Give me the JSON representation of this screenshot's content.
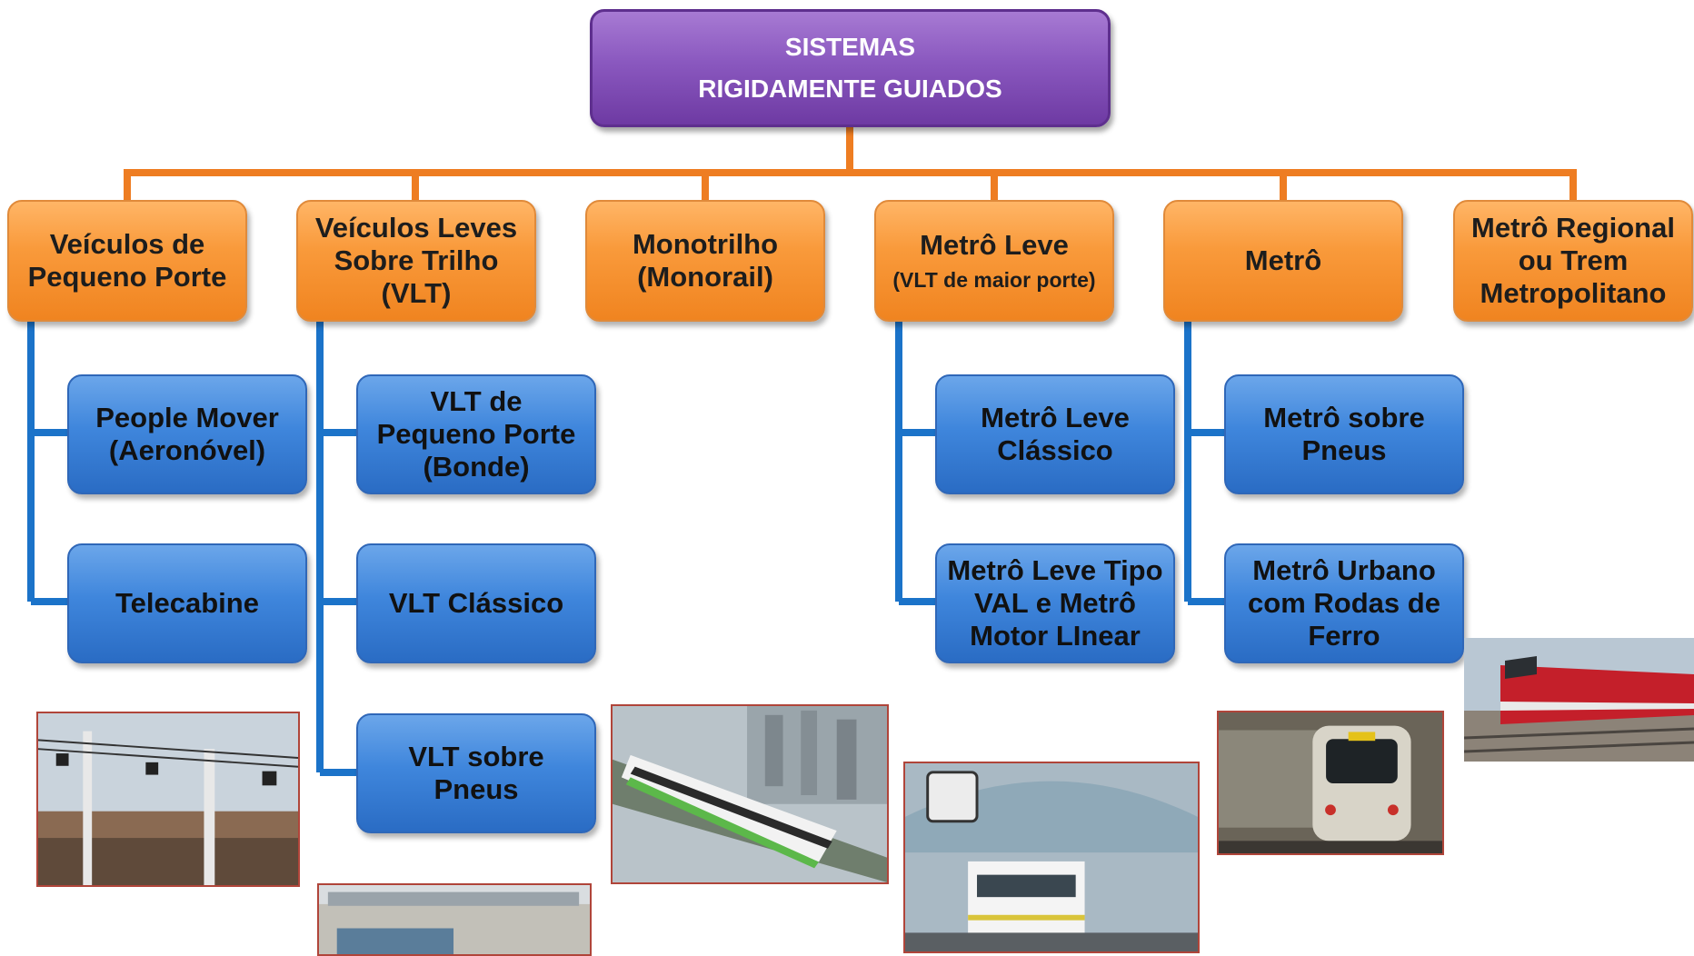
{
  "root": {
    "line1": "SISTEMAS",
    "line2": "RIGIDAMENTE GUIADOS"
  },
  "categories": [
    {
      "lines": [
        "Veículos de",
        "Pequeno Porte"
      ]
    },
    {
      "lines": [
        "Veículos Leves",
        "Sobre Trilho",
        "(VLT)"
      ]
    },
    {
      "lines": [
        "Monotrilho",
        "(Monorail)"
      ]
    },
    {
      "lines": [
        "Metrô Leve"
      ],
      "sub": "(VLT de maior porte)"
    },
    {
      "lines": [
        "Metrô"
      ]
    },
    {
      "lines": [
        "Metrô Regional",
        "ou Trem",
        "Metropolitano"
      ]
    }
  ],
  "subtypes": {
    "pequeno_porte": [
      {
        "lines": [
          "People Mover",
          "(Aeronóvel)"
        ]
      },
      {
        "lines": [
          "Telecabine"
        ]
      }
    ],
    "vlt": [
      {
        "lines": [
          "VLT de",
          "Pequeno Porte",
          "(Bonde)"
        ]
      },
      {
        "lines": [
          "VLT Clássico"
        ]
      },
      {
        "lines": [
          "VLT sobre",
          "Pneus"
        ]
      }
    ],
    "metro_leve": [
      {
        "lines": [
          "Metrô Leve",
          "Clássico"
        ]
      },
      {
        "lines": [
          "Metrô Leve Tipo",
          "VAL e Metrô",
          "Motor LInear"
        ]
      }
    ],
    "metro": [
      {
        "lines": [
          "Metrô sobre",
          "Pneus"
        ]
      },
      {
        "lines": [
          "Metrô Urbano",
          "com Rodas de",
          "Ferro"
        ]
      }
    ]
  },
  "colors": {
    "connector_orange": "#ee7d22",
    "connector_blue": "#1b73c9"
  },
  "photos": [
    {
      "name": "telecabine-photo"
    },
    {
      "name": "vlt-street-photo"
    },
    {
      "name": "monorail-photo"
    },
    {
      "name": "light-metro-station-photo"
    },
    {
      "name": "metro-train-front-photo"
    },
    {
      "name": "regional-train-photo"
    }
  ]
}
